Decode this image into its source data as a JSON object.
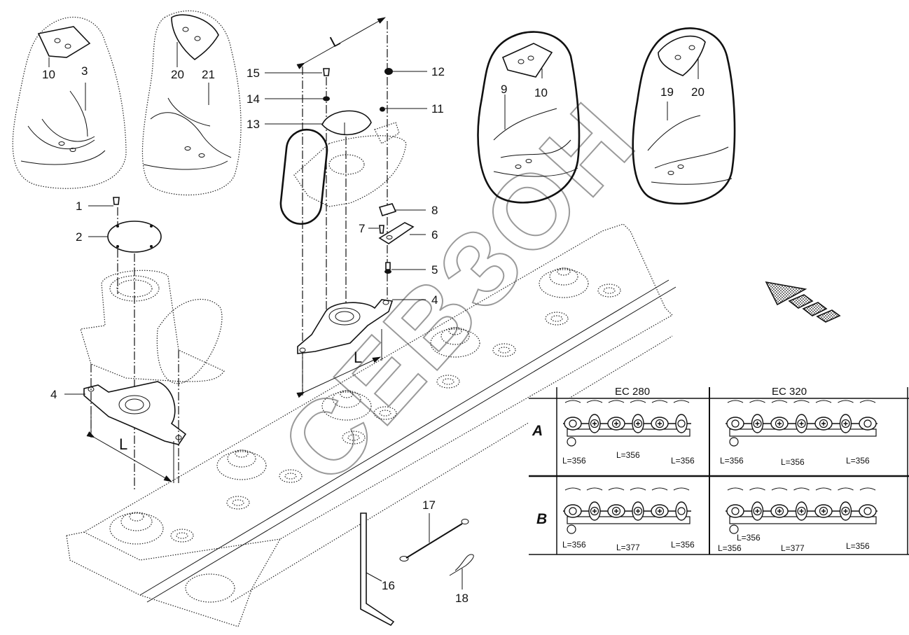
{
  "diagram": {
    "type": "exploded parts diagram",
    "watermark": "СЕВЗОН",
    "dimension_label": "L",
    "callouts": [
      {
        "id": "1",
        "label": "1"
      },
      {
        "id": "2",
        "label": "2"
      },
      {
        "id": "3",
        "label": "3"
      },
      {
        "id": "4a",
        "label": "4"
      },
      {
        "id": "4b",
        "label": "4"
      },
      {
        "id": "5",
        "label": "5"
      },
      {
        "id": "6",
        "label": "6"
      },
      {
        "id": "7",
        "label": "7"
      },
      {
        "id": "8",
        "label": "8"
      },
      {
        "id": "9",
        "label": "9"
      },
      {
        "id": "10a",
        "label": "10"
      },
      {
        "id": "10b",
        "label": "10"
      },
      {
        "id": "11",
        "label": "11"
      },
      {
        "id": "12",
        "label": "12"
      },
      {
        "id": "13",
        "label": "13"
      },
      {
        "id": "14",
        "label": "14"
      },
      {
        "id": "15",
        "label": "15"
      },
      {
        "id": "16",
        "label": "16"
      },
      {
        "id": "17",
        "label": "17"
      },
      {
        "id": "18",
        "label": "18"
      },
      {
        "id": "19",
        "label": "19"
      },
      {
        "id": "20a",
        "label": "20"
      },
      {
        "id": "20b",
        "label": "20"
      },
      {
        "id": "21",
        "label": "21"
      }
    ],
    "direction_arrow": "travel-direction-arrow"
  },
  "table": {
    "columns": [
      "EC 280",
      "EC 320"
    ],
    "rows": [
      {
        "label": "A",
        "ec280": [
          "L=356",
          "L=356",
          "L=356"
        ],
        "ec320": [
          "L=356",
          "L=356",
          "L=356"
        ]
      },
      {
        "label": "B",
        "ec280": [
          "L=356",
          "L=377",
          "L=356"
        ],
        "ec320": [
          "L=356",
          "L=356",
          "L=377",
          "L=356"
        ]
      }
    ]
  }
}
